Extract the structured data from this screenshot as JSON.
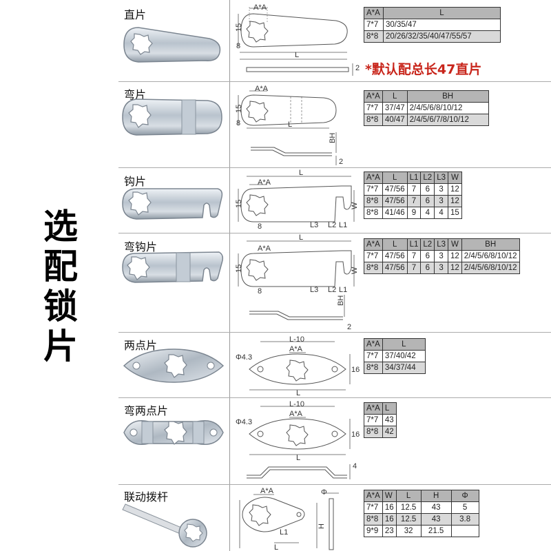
{
  "side_title": [
    "选",
    "配",
    "锁",
    "片"
  ],
  "note": "*默认配总长47直片",
  "sections": [
    {
      "label": "直片",
      "dims": {
        "aa": "A*A",
        "h": "15",
        "w": "8",
        "len": "L",
        "t": "2"
      },
      "table": {
        "headers": [
          "A*A",
          "L"
        ],
        "rows": [
          [
            "7*7",
            "30/35/47"
          ],
          [
            "8*8",
            "20/26/32/35/40/47/55/57"
          ]
        ]
      }
    },
    {
      "label": "弯片",
      "dims": {
        "aa": "A*A",
        "h": "15",
        "w": "8",
        "len": "L",
        "bh": "BH",
        "t": "2"
      },
      "table": {
        "headers": [
          "A*A",
          "L",
          "BH"
        ],
        "rows": [
          [
            "7*7",
            "37/47",
            "2/4/5/6/8/10/12"
          ],
          [
            "8*8",
            "40/47",
            "2/4/5/6/7/8/10/12"
          ]
        ]
      }
    },
    {
      "label": "钩片",
      "dims": {
        "aa": "A*A",
        "h": "15",
        "w": "8",
        "len": "L",
        "l1": "L1",
        "l2": "L2",
        "l3": "L3",
        "ww": "W"
      },
      "table": {
        "headers": [
          "A*A",
          "L",
          "L1",
          "L2",
          "L3",
          "W"
        ],
        "rows": [
          [
            "7*7",
            "47/56",
            "7",
            "6",
            "3",
            "12"
          ],
          [
            "8*8",
            "47/56",
            "7",
            "6",
            "3",
            "12"
          ],
          [
            "8*8",
            "41/46",
            "9",
            "4",
            "4",
            "15"
          ]
        ]
      }
    },
    {
      "label": "弯钩片",
      "dims": {
        "aa": "A*A",
        "h": "15",
        "w": "8",
        "len": "L",
        "l1": "L1",
        "l2": "L2",
        "l3": "L3",
        "ww": "W",
        "bh": "BH",
        "t": "2"
      },
      "table": {
        "headers": [
          "A*A",
          "L",
          "L1",
          "L2",
          "L3",
          "W",
          "BH"
        ],
        "rows": [
          [
            "7*7",
            "47/56",
            "7",
            "6",
            "3",
            "12",
            "2/4/5/6/8/10/12"
          ],
          [
            "8*8",
            "47/56",
            "7",
            "6",
            "3",
            "12",
            "2/4/5/6/8/10/12"
          ]
        ]
      }
    },
    {
      "label": "两点片",
      "dims": {
        "aa": "A*A",
        "hole": "Φ4.3",
        "l10": "L-10",
        "h": "16",
        "len": "L"
      },
      "table": {
        "headers": [
          "A*A",
          "L"
        ],
        "rows": [
          [
            "7*7",
            "37/40/42"
          ],
          [
            "8*8",
            "34/37/44"
          ]
        ]
      }
    },
    {
      "label": "弯两点片",
      "dims": {
        "aa": "A*A",
        "hole": "Φ4.3",
        "l10": "L-10",
        "h": "16",
        "len": "L",
        "t": "4"
      },
      "table": {
        "headers": [
          "A*A",
          "L"
        ],
        "rows": [
          [
            "7*7",
            "43"
          ],
          [
            "8*8",
            "42"
          ]
        ]
      }
    },
    {
      "label": "联动拨杆",
      "dims": {
        "aa": "A*A",
        "phi": "Φ",
        "l1": "L1",
        "h": "H",
        "len": "L"
      },
      "table": {
        "headers": [
          "A*A",
          "W",
          "L",
          "H",
          "Φ"
        ],
        "rows": [
          [
            "7*7",
            "16",
            "12.5",
            "43",
            "5"
          ],
          [
            "8*8",
            "16",
            "12.5",
            "43",
            "3.8"
          ],
          [
            "9*9",
            "23",
            "32",
            "21.5",
            ""
          ]
        ]
      }
    }
  ]
}
